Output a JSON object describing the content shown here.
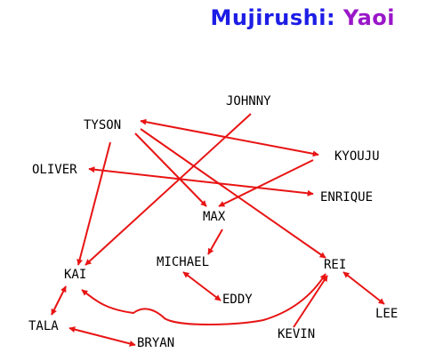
{
  "title": {
    "part1": "Mujirushi:",
    "part2": "Yaoi",
    "color1": "#1d1de6",
    "color2": "#9a17c9"
  },
  "edge_color": "#e81414",
  "nodes": [
    {
      "id": "johnny",
      "label": "JOHNNY"
    },
    {
      "id": "tyson",
      "label": "TYSON"
    },
    {
      "id": "kyouju",
      "label": "KYOUJU"
    },
    {
      "id": "oliver",
      "label": "OLIVER"
    },
    {
      "id": "enrique",
      "label": "ENRIQUE"
    },
    {
      "id": "max",
      "label": "MAX"
    },
    {
      "id": "michael",
      "label": "MICHAEL"
    },
    {
      "id": "rei",
      "label": "REI"
    },
    {
      "id": "kai",
      "label": "KAI"
    },
    {
      "id": "eddy",
      "label": "EDDY"
    },
    {
      "id": "lee",
      "label": "LEE"
    },
    {
      "id": "tala",
      "label": "TALA"
    },
    {
      "id": "kevin",
      "label": "KEVIN"
    },
    {
      "id": "bryan",
      "label": "BRYAN"
    }
  ],
  "edges": [
    {
      "from": "tyson",
      "to": "kyouju",
      "direction": "both"
    },
    {
      "from": "tyson",
      "to": "max",
      "direction": "forward"
    },
    {
      "from": "tyson",
      "to": "rei",
      "direction": "forward"
    },
    {
      "from": "tyson",
      "to": "kai",
      "direction": "forward"
    },
    {
      "from": "johnny",
      "to": "kai",
      "direction": "forward"
    },
    {
      "from": "kyouju",
      "to": "max",
      "direction": "forward"
    },
    {
      "from": "oliver",
      "to": "enrique",
      "direction": "both"
    },
    {
      "from": "max",
      "to": "michael",
      "direction": "forward"
    },
    {
      "from": "michael",
      "to": "eddy",
      "direction": "both"
    },
    {
      "from": "kai",
      "to": "tala",
      "direction": "both"
    },
    {
      "from": "kai",
      "to": "rei",
      "direction": "both"
    },
    {
      "from": "tala",
      "to": "bryan",
      "direction": "both"
    },
    {
      "from": "kevin",
      "to": "rei",
      "direction": "forward"
    },
    {
      "from": "rei",
      "to": "lee",
      "direction": "both"
    }
  ]
}
